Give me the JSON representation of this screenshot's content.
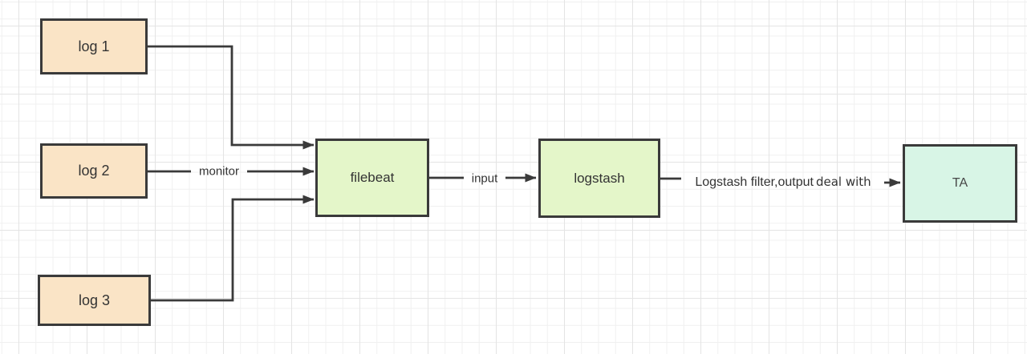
{
  "diagram": {
    "title": "log collection pipeline diagram",
    "nodes": {
      "log1": {
        "label": "log 1"
      },
      "log2": {
        "label": "log 2"
      },
      "log3": {
        "label": "log 3"
      },
      "filebeat": {
        "label": "filebeat"
      },
      "logstash": {
        "label": "logstash"
      },
      "ta": {
        "label": "TA"
      }
    },
    "edge_labels": {
      "monitor": "monitor",
      "input": "input",
      "filter_output": "Logstash filter,output",
      "deal_with": "deal with"
    },
    "colors": {
      "node_log_fill": "#fae4c6",
      "node_process_fill": "#e4f6c9",
      "node_output_fill": "#d8f5e6",
      "stroke": "#3a3a3a",
      "text": "#333333",
      "grid_minor": "#f0f0f0",
      "grid_major": "#e4e4e4",
      "background": "#ffffff"
    }
  }
}
